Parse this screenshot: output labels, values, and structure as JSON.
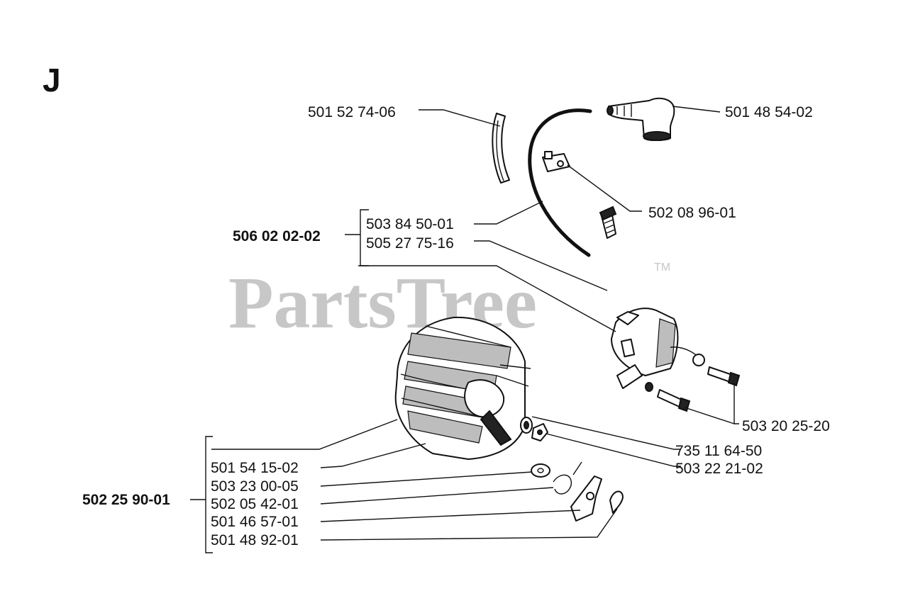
{
  "section_letter": "J",
  "watermark": {
    "text": "PartsTree",
    "trademark": "TM"
  },
  "labels": {
    "spark_plug_boot_tube": "501 52 74-06",
    "spark_plug_cap": "501 48 54-02",
    "clip": "502 08 96-01",
    "ignition_kit": "506 02 02-02",
    "ignition_cable": "503 84 50-01",
    "ignition_module": "505 27 75-16",
    "module_screws": "503 20 25-20",
    "washer": "735 11 64-50",
    "nut": "503 22 21-02",
    "flywheel_kit": "502 25 90-01",
    "flywheel": "501 54 15-02",
    "flywheel_washer": "503 23 00-05",
    "spring": "502 05 42-01",
    "pawl": "501 46 57-01",
    "pawl_pin": "501 48 92-01"
  },
  "icons": [
    "spark-plug-cap-icon",
    "ignition-cable-icon",
    "ignition-module-icon",
    "flywheel-icon",
    "pawl-icon",
    "nut-icon",
    "washer-icon",
    "screw-icon"
  ]
}
